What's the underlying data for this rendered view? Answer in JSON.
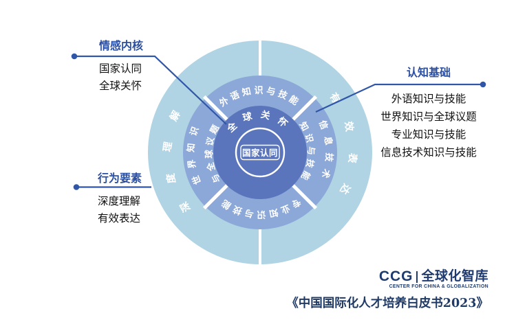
{
  "diagram": {
    "center_label": "国家认同",
    "core_ring_label": "全球关怀",
    "middle_ring": {
      "top": "外语知识与技能",
      "right_line1": "信息技术",
      "right_line2": "知识与技能",
      "bottom": "专业知识与技能",
      "left_line1": "世界知识",
      "left_line2": "与全球议题"
    },
    "outer_ring": {
      "left": "深度理解",
      "right": "有效表达"
    },
    "colors": {
      "outer_ring": "#B0D4E3",
      "middle_ring": "#8CA8D8",
      "inner_circle": "#5A75BB",
      "accent_blue": "#3056A8",
      "navy": "#1E3A6E"
    }
  },
  "legend_emotion": {
    "title": "情感内核",
    "items": [
      "国家认同",
      "全球关怀"
    ]
  },
  "legend_behavior": {
    "title": "行为要素",
    "items": [
      "深度理解",
      "有效表达"
    ]
  },
  "legend_cognitive": {
    "title": "认知基础",
    "items": [
      "外语知识与技能",
      "世界知识与全球议题",
      "专业知识与技能",
      "信息技术知识与技能"
    ]
  },
  "footer": {
    "logo_ccg": "CCG",
    "logo_cn": "全球化智库",
    "logo_sub": "CENTER FOR CHINA & GLOBALIZATION",
    "book_title": "《中国国际化人才培养白皮书2023》"
  }
}
